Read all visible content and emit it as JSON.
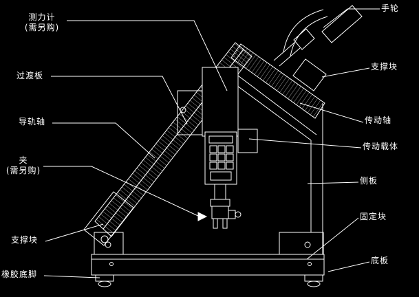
{
  "diagram": {
    "type": "technical-drawing",
    "subject": "peel-test-machine",
    "background_color": "#000000",
    "line_color": "#ffffff",
    "labels": {
      "force_gauge": {
        "line1": "测力计",
        "line2": "(需另购)"
      },
      "transition_plate": "过渡板",
      "guide_rail_shaft": "导轨轴",
      "clamp": {
        "line1": "夹",
        "line2": "(需另购)"
      },
      "support_block_left": "支撑块",
      "rubber_feet": "橡胶底脚",
      "handwheel": "手轮",
      "support_block_right": "支撑块",
      "drive_shaft": "传动轴",
      "drive_carrier": "传动载体",
      "side_plate": "侧板",
      "fixing_block": "固定块",
      "base_plate": "底板"
    }
  }
}
